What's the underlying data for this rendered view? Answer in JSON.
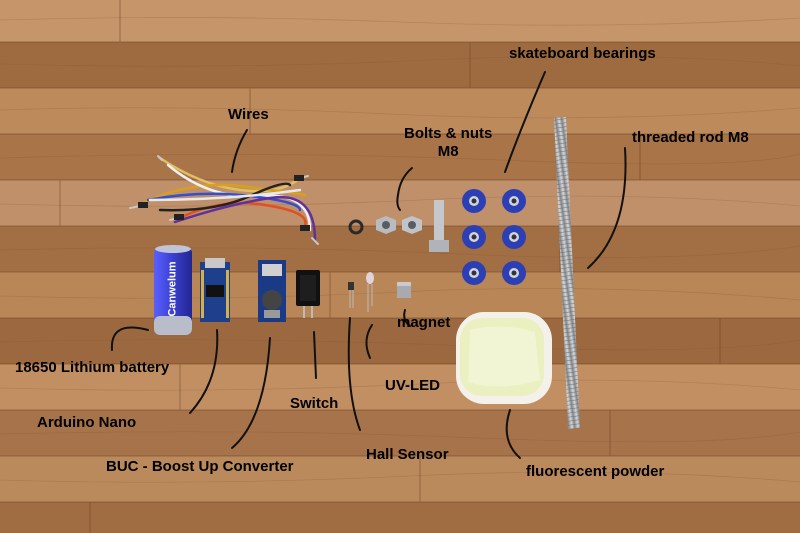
{
  "labels": {
    "skateboard_bearings": "skateboard bearings",
    "wires": "Wires",
    "bolts_nuts_line1": "Bolts & nuts",
    "bolts_nuts_line2": "M8",
    "threaded_rod": "threaded rod M8",
    "battery": "18650 Lithium battery",
    "arduino": "Arduino Nano",
    "switch": "Switch",
    "magnet": "magnet",
    "uv_led": "UV-LED",
    "buc": "BUC - Boost Up Converter",
    "hall_sensor": "Hall Sensor",
    "fluorescent": "fluorescent powder"
  },
  "objects": {
    "battery_brand": "Canwelum"
  },
  "colors": {
    "wood_light": "#c99866",
    "wood_mid": "#b07a4c",
    "wood_dark": "#8a5a34",
    "battery_blue": "#3a3fd0",
    "bearing_blue": "#2d3fb5",
    "board_blue": "#1d3f8c",
    "container_green": "#eaf0c0"
  }
}
